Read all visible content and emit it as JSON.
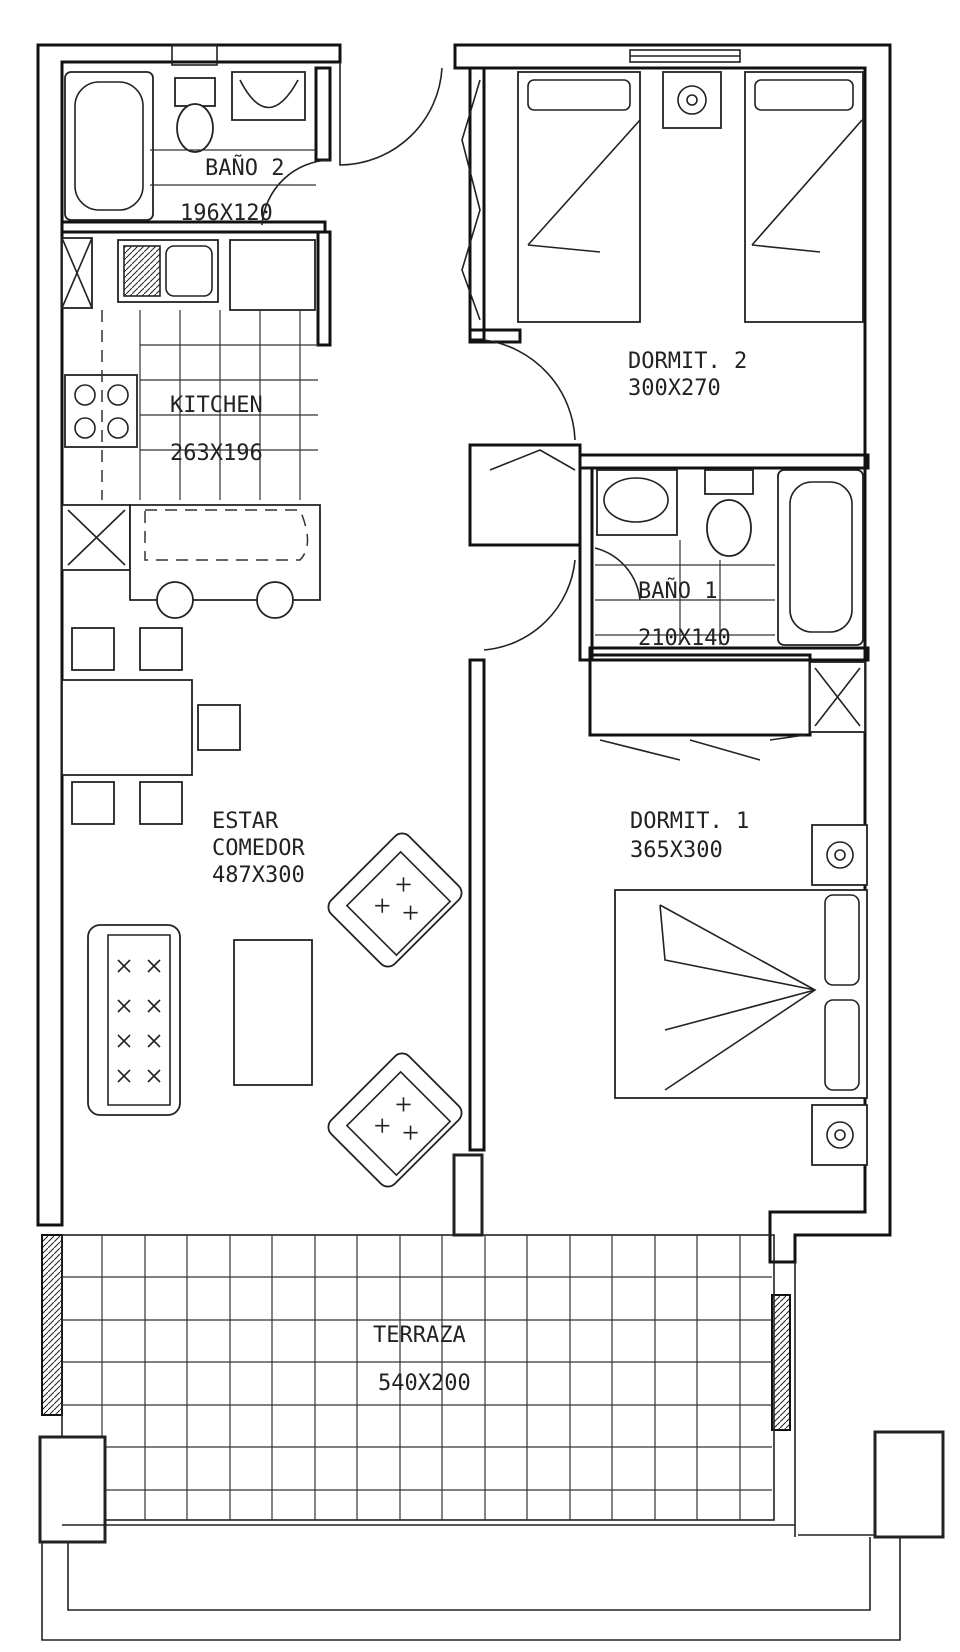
{
  "rooms": [
    {
      "name": "BAÑO 2",
      "size": "196X120"
    },
    {
      "name": "KITCHEN",
      "size": "263X196"
    },
    {
      "name": "DORMIT. 2",
      "size": "300X270"
    },
    {
      "name": "BAÑO 1",
      "size": "210X140"
    },
    {
      "name": "ESTAR",
      "name2": "COMEDOR",
      "size": "487X300"
    },
    {
      "name": "DORMIT. 1",
      "size": "365X300"
    },
    {
      "name": "TERRAZA",
      "size": "540X200"
    }
  ]
}
